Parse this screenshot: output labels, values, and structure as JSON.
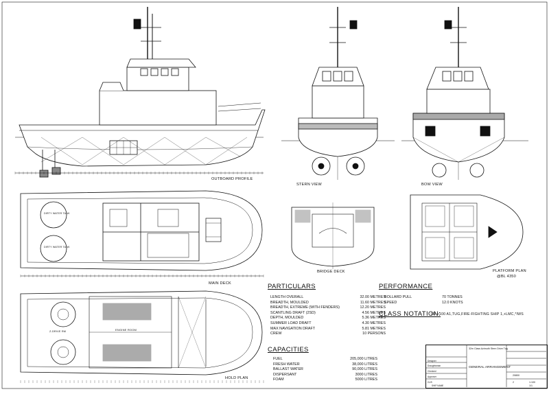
{
  "views": {
    "outboard_profile": "OUTBOARD PROFILE",
    "stern_view": "STERN VIEW",
    "bow_view": "BOW VIEW",
    "main_deck": "MAIN DECK",
    "bridge_deck": "BRIDGE DECK",
    "platform_plan": "PLATFORM PLAN",
    "platform_plan_sub": "@BL 4350",
    "hold_plan": "HOLD PLAN"
  },
  "particulars": {
    "title": "PARTICULARS",
    "rows": [
      {
        "label": "LENGTH OVERALL",
        "value": "32.00 METRES"
      },
      {
        "label": "BREADTH, MOULDED",
        "value": "11.60 METRES"
      },
      {
        "label": "BREADTH, EXTREME (WITH FENDERS)",
        "value": "12.20 METRES"
      },
      {
        "label": "SCANTLING DRAFT (2SD)",
        "value": "4.56 METRES"
      },
      {
        "label": "DEPTH, MOULDED",
        "value": "5.36 METRES"
      },
      {
        "label": "SUMMER LOAD DRAFT",
        "value": "4.30 METRES"
      },
      {
        "label": "MAX NAVIGATION DRAFT",
        "value": "5.81 METRES"
      },
      {
        "label": "CREW",
        "value": "10 PERSONS"
      }
    ]
  },
  "performance": {
    "title": "PERFORMANCE",
    "rows": [
      {
        "label": "BOLLARD PULL",
        "value": "70 TONNES"
      },
      {
        "label": "SPEED",
        "value": "12.0 KNOTS"
      }
    ]
  },
  "class_notation": {
    "title": "CLASS NOTATION:",
    "value": "LR +100 A1,TUG,FIRE-FIGHTING SHIP 1,+LMC,*IWS"
  },
  "capacities": {
    "title": "CAPACITIES",
    "rows": [
      {
        "label": "FUEL",
        "value": "205,000 LITRES"
      },
      {
        "label": "FRESH WATER",
        "value": "38,000 LITRES"
      },
      {
        "label": "BALLAST WATER",
        "value": "90,000 LITRES"
      },
      {
        "label": "DISPERSANT",
        "value": "3000 LITRES"
      },
      {
        "label": "FOAM",
        "value": "5000 LITRES"
      }
    ]
  },
  "main_deck_labels": {
    "tank_a": "DIRTY WATER TANK",
    "tank_b": "DIRTY WATER TANK"
  },
  "hold_labels": {
    "engine_room": "ENGINE ROOM",
    "z_drive": "Z-DRIVE RM"
  },
  "title_block": {
    "project": "32m Class Azimuth Stern Drive Tug",
    "drawing_title": "GENERAL ARRANGEMENT",
    "drawing_no": "20800",
    "scale": "1:100",
    "rev": "2",
    "page": "1/1",
    "roles": [
      "Designer",
      "Draughtsman",
      "Checked",
      "Approver",
      "CUS"
    ],
    "owner": "SHIP NAME"
  }
}
